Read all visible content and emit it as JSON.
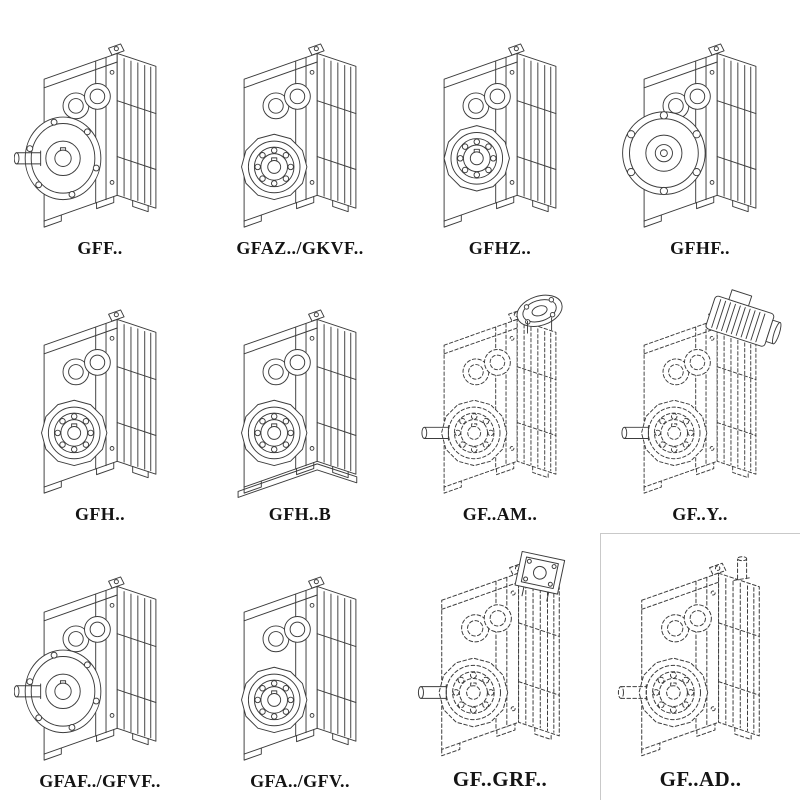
{
  "page": {
    "background": "#ffffff",
    "line_color": "#3c3c3c"
  },
  "units": [
    {
      "label": "GFF..",
      "line_style": "solid"
    },
    {
      "label": "GFAZ../GKVF..",
      "line_style": "solid"
    },
    {
      "label": "GFHZ..",
      "line_style": "solid"
    },
    {
      "label": "GFHF..",
      "line_style": "solid"
    },
    {
      "label": "GFH..",
      "line_style": "solid"
    },
    {
      "label": "GFH..B",
      "line_style": "solid"
    },
    {
      "label": "GF..AM..",
      "line_style": "dashed"
    },
    {
      "label": "GF..Y..",
      "line_style": "dashed"
    },
    {
      "label": "GFAF../GFVF..",
      "line_style": "solid"
    },
    {
      "label": "GFA../GFV..",
      "line_style": "solid"
    },
    {
      "label": "GF..GRF..",
      "line_style": "dashed"
    },
    {
      "label": "GF..AD..",
      "line_style": "dashed"
    }
  ]
}
